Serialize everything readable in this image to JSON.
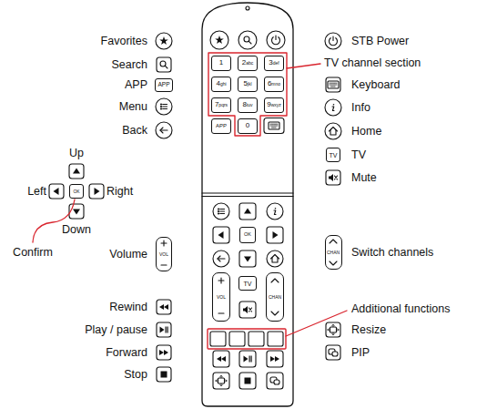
{
  "diagram": {
    "nodes": [
      {
        "text": [
          "1"
        ]
      },
      {
        "text": [
          "2",
          "abc"
        ]
      },
      {
        "text": [
          "3",
          "def"
        ]
      },
      {
        "text": [
          "4",
          "ghi"
        ]
      },
      {
        "text": [
          "5",
          "jkl"
        ]
      },
      {
        "text": [
          "6",
          "mno"
        ]
      },
      {
        "text": [
          "7",
          "pqrs"
        ]
      },
      {
        "text": [
          "8",
          "tuv"
        ]
      },
      {
        "text": [
          "9",
          "wxyz"
        ]
      },
      {
        "text": [
          "APP"
        ]
      },
      {
        "text": [
          "0"
        ]
      },
      {
        "text": [
          "OK"
        ]
      },
      {
        "text": [
          "VOL"
        ]
      },
      {
        "text": [
          "TV"
        ]
      },
      {
        "text": [
          "CHAN"
        ]
      },
      {
        "text": [
          "APP"
        ]
      },
      {
        "text": [
          "OK"
        ]
      },
      {
        "text": [
          "VOL"
        ]
      },
      {
        "text": [
          "TV"
        ]
      },
      {
        "text": [
          "CHAN"
        ]
      }
    ],
    "labels": [
      "Favorites",
      "Search",
      "APP",
      "Menu",
      "Back",
      "Up",
      "Left",
      "Right",
      "Down",
      "Confirm",
      "Volume",
      "Rewind",
      "Play / pause",
      "Forward",
      "Stop",
      "STB Power",
      "TV channel section",
      "Keyboard",
      "Info",
      "Home",
      "TV",
      "Mute",
      "Switch channels",
      "Additional functions",
      "Resize",
      "PIP"
    ]
  }
}
